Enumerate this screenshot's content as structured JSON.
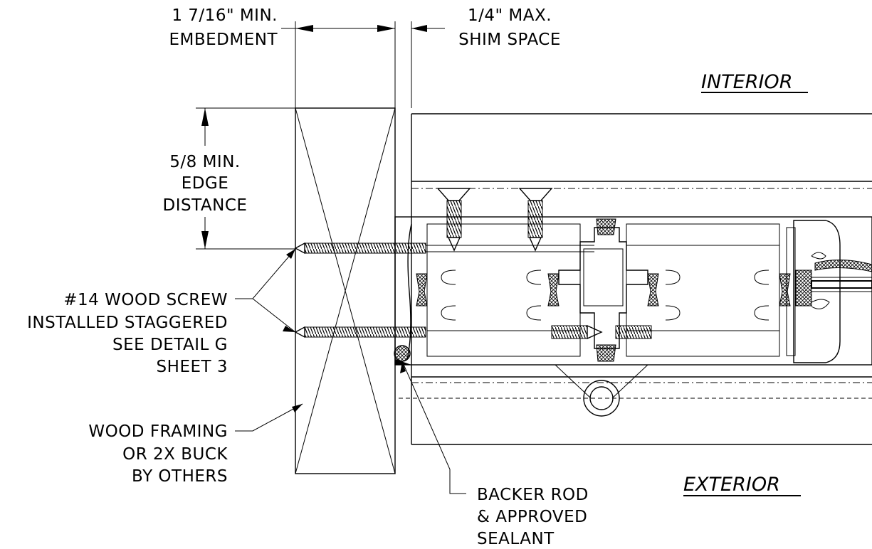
{
  "labels": {
    "embedment": [
      "1 7/16\" MIN.",
      "EMBEDMENT"
    ],
    "shim_space": [
      "1/4\" MAX.",
      "SHIM SPACE"
    ],
    "edge_distance": [
      "5/8 MIN.",
      "EDGE",
      "DISTANCE"
    ],
    "screw": [
      "#14 WOOD SCREW",
      "INSTALLED STAGGERED",
      "SEE DETAIL G",
      "SHEET 3"
    ],
    "framing": [
      "WOOD FRAMING",
      "OR 2X BUCK",
      "BY OTHERS"
    ],
    "sealant": [
      "BACKER ROD",
      "& APPROVED",
      "SEALANT"
    ],
    "interior": "INTERIOR",
    "exterior": "EXTERIOR"
  }
}
